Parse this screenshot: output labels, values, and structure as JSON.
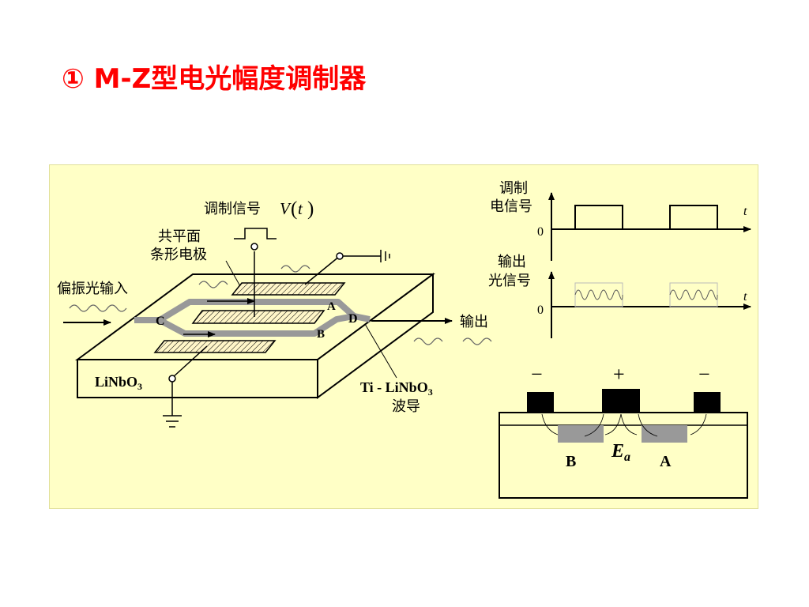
{
  "title": "① M-Z型电光幅度调制器",
  "device": {
    "modulation_signal_label": "调制信号",
    "voltage_symbol": "V",
    "voltage_paren_open": "(",
    "voltage_var": "t",
    "voltage_paren_close": ")",
    "coplanar_line1": "共平面",
    "coplanar_line2": "条形电极",
    "input_label": "偏振光输入",
    "output_label": "输出",
    "node_a": "A",
    "node_b": "B",
    "node_c": "C",
    "node_d": "D",
    "substrate_base": "LiNbO",
    "substrate_sub": "3",
    "waveguide_base": "Ti - LiNbO",
    "waveguide_sub": "3",
    "waveguide_line2": "波导"
  },
  "waveforms": {
    "top_label_line1": "调制",
    "top_label_line2": "电信号",
    "bottom_label_line1": "输出",
    "bottom_label_line2": "光信号",
    "axis_t": "t",
    "axis_zero": "0"
  },
  "cross_section": {
    "sign_left": "−",
    "sign_center": "+",
    "sign_right": "−",
    "label_b": "B",
    "label_a": "A",
    "field_symbol": "E",
    "field_sub": "a"
  }
}
